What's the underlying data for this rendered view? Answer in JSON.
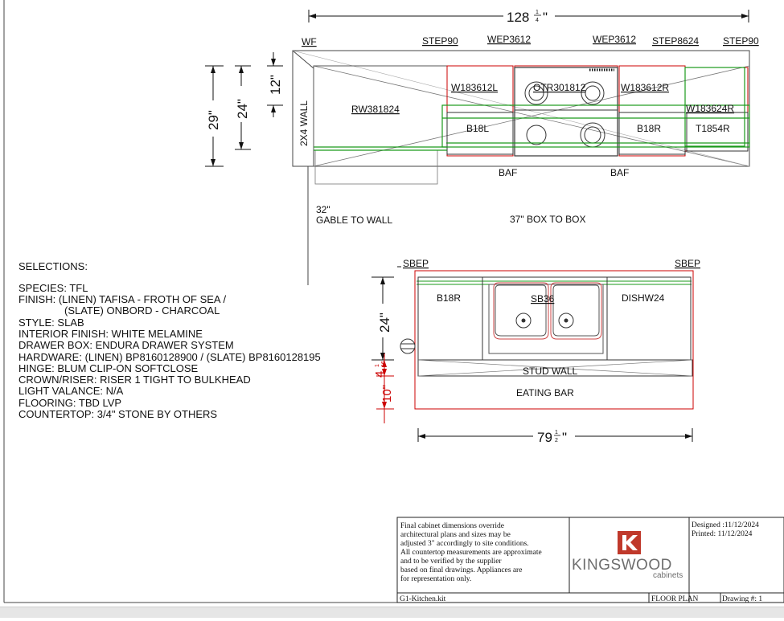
{
  "plan": {
    "overall_dim": "128",
    "overall_frac_num": "1",
    "overall_frac_den": "4",
    "overall_inch": "\"",
    "wall_labels": [
      "WF",
      "STEP90",
      "WEP3612",
      "WEP3612",
      "STEP8624",
      "STEP90"
    ],
    "cabinets": [
      "RW381824",
      "W183612L",
      "OTR301812",
      "W183612R",
      "W183624R",
      "B18L",
      "B18R",
      "T1854R"
    ],
    "wall_note": "2X4 WALL",
    "baf": [
      "BAF",
      "BAF"
    ],
    "dims_vertical": [
      "29\"",
      "24\"",
      "12\""
    ],
    "gable_num": "32\"",
    "gable_text": "GABLE TO WALL",
    "box_to_box": "37\" BOX TO BOX"
  },
  "island": {
    "sbep_left": "SBEP",
    "sbep_right": "SBEP",
    "cabinets": [
      "B18R",
      "SB36",
      "DISHW24"
    ],
    "stud_wall": "STUD WALL",
    "eating_bar": "EATING BAR",
    "dim_depth": "24\"",
    "dim_four": "4",
    "dim_four_frac_num": "1",
    "dim_four_frac_den": "16",
    "dim_ten": "10\"",
    "width_dim": "79",
    "width_frac_num": "1",
    "width_frac_den": "2",
    "width_inch": "\""
  },
  "selections": {
    "heading": "SELECTIONS:",
    "lines": [
      "SPECIES: TFL",
      "FINISH: (LINEN) TAFISA - FROTH OF SEA /",
      "(SLATE) ONBORD - CHARCOAL",
      "STYLE: SLAB",
      "INTERIOR FINISH: WHITE MELAMINE",
      "DRAWER BOX: ENDURA DRAWER SYSTEM",
      "HARDWARE: (LINEN) BP8160128900 / (SLATE) BP8160128195",
      "HINGE: BLUM CLIP-ON SOFTCLOSE",
      "CROWN/RISER: RISER 1 TIGHT TO BULKHEAD",
      "LIGHT VALANCE: N/A",
      "FLOORING: TBD LVP",
      "COUNTERTOP: 3/4\" STONE BY OTHERS"
    ]
  },
  "titleblock": {
    "note_lines": [
      "Final cabinet dimensions override",
      "architectural plans and sizes may be",
      "adjusted 3\" accordingly to site conditions.",
      "All countertop measurements are approximate",
      "and to be verified by the supplier",
      "based on final drawings. Appliances are",
      "for representation only."
    ],
    "brand": "KINGSWOOD",
    "brand_sub": "cabinets",
    "designed": "Designed :11/12/2024",
    "printed": "Printed: 11/12/2024",
    "file": "G1-Kitchen.kit",
    "plan_type": "FLOOR PLAN",
    "drawing_no": "Drawing #: 1"
  },
  "colors": {
    "cabinet_line": "#cc0000",
    "counter_line": "#1a9a1a",
    "brand_red": "#c0392b",
    "brand_gray": "#6e6e6e",
    "ink": "#111111"
  }
}
